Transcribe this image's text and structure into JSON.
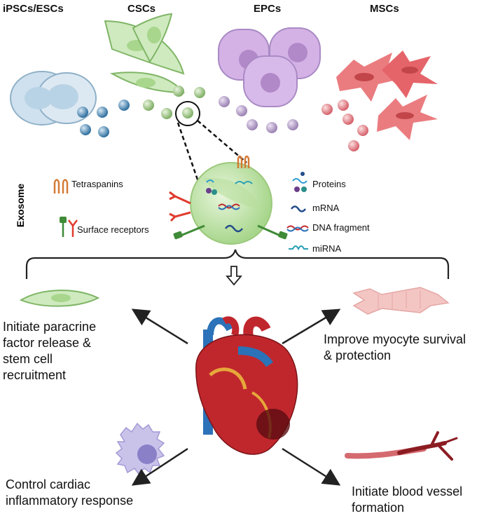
{
  "cell_types": [
    "iPSCs/ESCs",
    "CSCs",
    "EPCs",
    "MSCs"
  ],
  "side_label": "Exosome",
  "legend_left": [
    "Tetraspanins",
    "Surface receptors"
  ],
  "legend_right": [
    "Proteins",
    "mRNA",
    "DNA fragment",
    "miRNA"
  ],
  "outcomes": {
    "top_left": [
      "Initiate paracrine",
      "factor release &",
      "stem cell",
      "recruitment"
    ],
    "top_right": [
      "Improve myocyte survival",
      "& protection"
    ],
    "bottom_left": [
      "Control cardiac",
      "inflammatory response"
    ],
    "bottom_right": [
      "Initiate blood vessel",
      "formation"
    ]
  },
  "colors": {
    "ipsc": "#b9d3e6",
    "csc": "#c8e6b4",
    "epc": "#c9a6dc",
    "msc": "#e9686d",
    "exosome": "#d6eec3",
    "heart": "#c0272d",
    "vessel_blue": "#2c72b8"
  }
}
